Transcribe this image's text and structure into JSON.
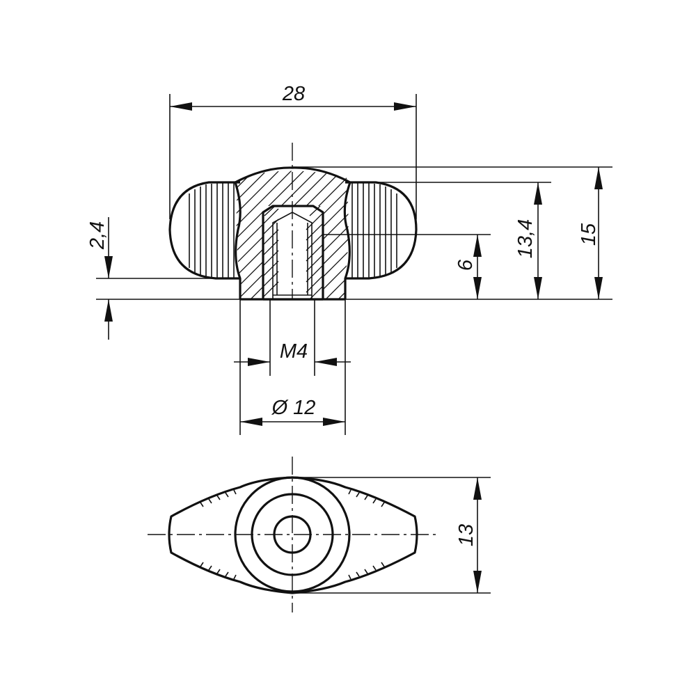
{
  "drawing": {
    "stroke_color": "#111111",
    "background": "#ffffff",
    "dimensions": {
      "overall_width": "28",
      "overall_height": "15",
      "wing_height": "13,4",
      "thread_depth": "6",
      "base_height": "2,4",
      "thread": "M4",
      "hub_diameter": "Ø 12",
      "top_view_width": "13"
    }
  }
}
